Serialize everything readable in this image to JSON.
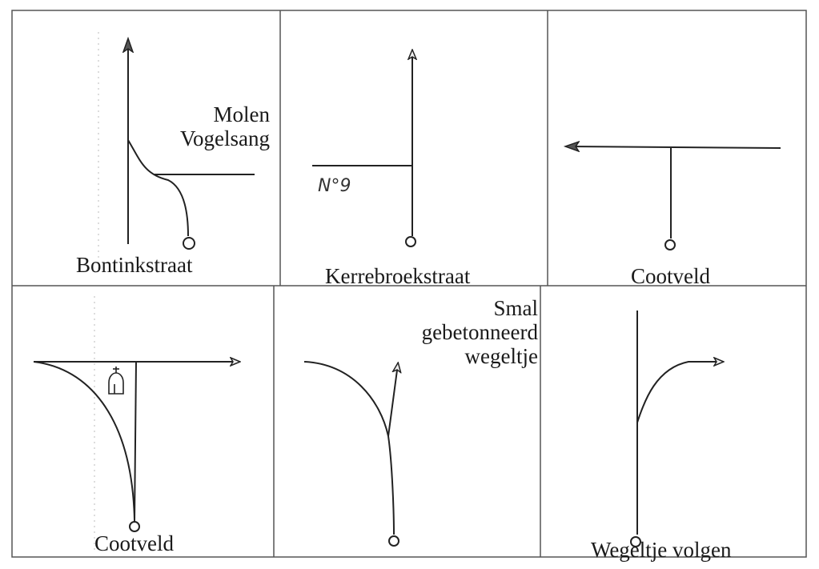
{
  "grid": {
    "rows": 2,
    "cols": 3
  },
  "panels": [
    {
      "id": "p1",
      "labels": [
        "Molen",
        "Vogelsang"
      ],
      "street": "Bontinkstraat"
    },
    {
      "id": "p2",
      "handwritten": "N°9",
      "street": "Kerrebroekstraat"
    },
    {
      "id": "p3",
      "street": "Cootveld"
    },
    {
      "id": "p4",
      "icon": "chapel-icon",
      "street": "Cootveld"
    },
    {
      "id": "p5",
      "labels": [
        "Smal",
        "gebetonneerd",
        "wegeltje"
      ]
    },
    {
      "id": "p6",
      "street": "Wegeltje volgen"
    }
  ],
  "colors": {
    "ink": "#1a1a1a",
    "grid": "#555555"
  }
}
